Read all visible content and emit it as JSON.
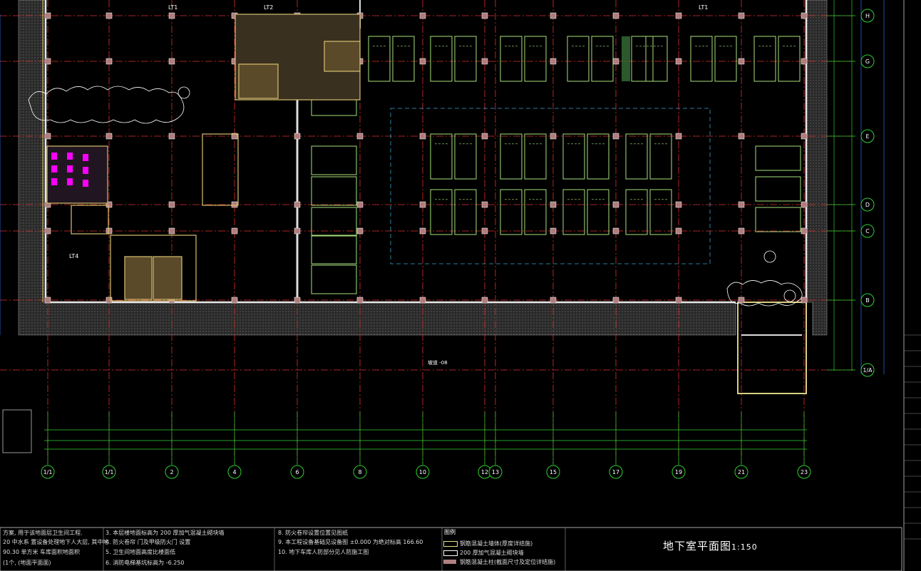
{
  "drawing": {
    "title": "地下室平面图",
    "scale": "1:150"
  },
  "axes": {
    "columns": [
      {
        "label": "1/1"
      },
      {
        "label": "1/1"
      },
      {
        "label": "2"
      },
      {
        "label": "4"
      },
      {
        "label": "6"
      },
      {
        "label": "8"
      },
      {
        "label": "10"
      },
      {
        "label": "12"
      },
      {
        "label": "13"
      },
      {
        "label": "15"
      },
      {
        "label": "17"
      },
      {
        "label": "19"
      },
      {
        "label": "21"
      },
      {
        "label": "23"
      }
    ],
    "rows": [
      {
        "label": "H"
      },
      {
        "label": "G"
      },
      {
        "label": "E"
      },
      {
        "label": "D"
      },
      {
        "label": "C"
      },
      {
        "label": "B"
      },
      {
        "label": "1/A"
      }
    ]
  },
  "room_labels": {
    "lt1_left": "LT1",
    "lt2": "LT2",
    "lt1_right": "LT1",
    "lt4": "LT4",
    "ramp_note": "坡道  -08"
  },
  "notes": [
    "方案, 用于该地面层卫生间工程.",
    "20  中水系 置设备处理地下人大层, 其中地",
    "90.30  单方米 车库面积地面积",
    "(1个, (地面平面面)",
    "3. 本层楼地面标高为    200 厚加气混凝土砌块墙",
    "4. 防火卷帘 门及甲级防火门 设置",
    "5. 卫生间地面高度比楼面低",
    "6. 消防电梯基坑标高为   -6.250",
    "8. 防火卷帘设置位置见图纸",
    "9. 本工程设备基础见设备图  ±0.000  为绝对标高 166.60",
    "10. 地下车库人防部分见人防施工图"
  ],
  "legend": {
    "title": "图例",
    "items": [
      {
        "label": "钢筋混凝土墙体(厚度详结施)",
        "color": "#e8e08a"
      },
      {
        "label": "200 厚加气混凝土砌块墙",
        "color": "#ffffff"
      },
      {
        "label": "钢筋混凝土柱(截面尺寸及定位详结施)",
        "color": "#b08080"
      }
    ]
  },
  "colors": {
    "axis_red": "#e03030",
    "wall_white": "#e6e6e6",
    "column_fill": "#b07c7c",
    "parking_green": "#a8e07a",
    "dim_green": "#30d030",
    "hatch_green": "#3f7f3f",
    "room_fill": "#5a4a2a",
    "magenta": "#ff00ff",
    "cyan": "#30d0e0",
    "blue": "#3070ff"
  }
}
